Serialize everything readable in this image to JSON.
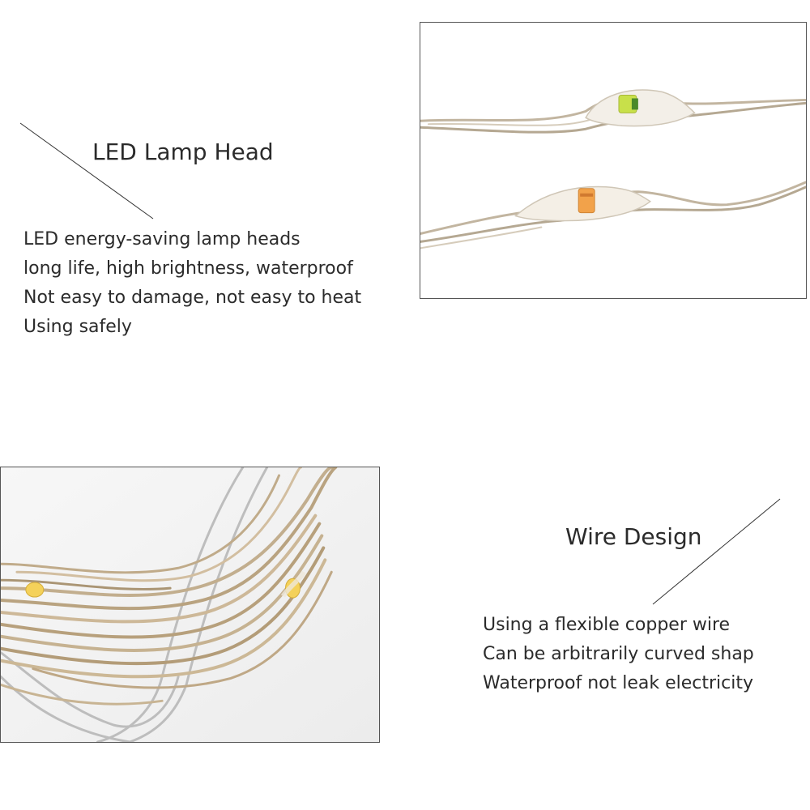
{
  "led_section": {
    "title": "LED Lamp Head",
    "lines": [
      "LED energy-saving lamp heads",
      "long life, high brightness, waterproof",
      "Not easy to damage, not easy to heat",
      "Using safely"
    ]
  },
  "wire_section": {
    "title": "Wire Design",
    "lines": [
      "Using a flexible copper wire",
      "Can be arbitrarily curved shap",
      "Waterproof not leak electricity"
    ]
  },
  "colors": {
    "text": "#2b2b2b",
    "frame": "#555555",
    "wire": "#b9ab94",
    "led_yellow_green": "#c8e04a",
    "led_orange": "#f2a24a",
    "led_warm": "#f4d15a"
  }
}
